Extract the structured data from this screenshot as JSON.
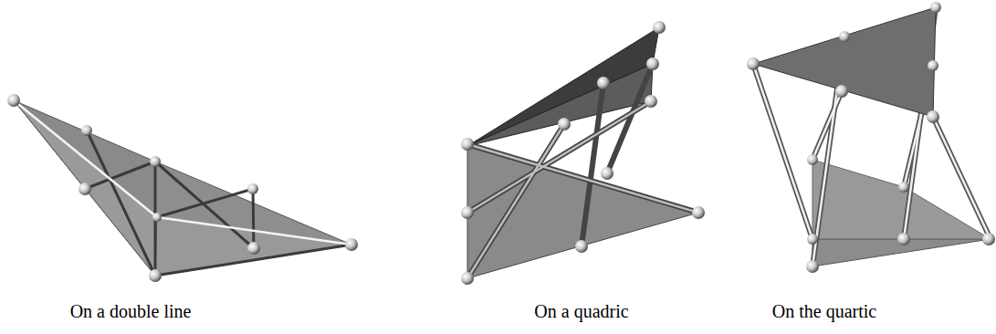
{
  "diagram": {
    "labels": [
      "On a double line",
      "On a quadric",
      "On the quartic"
    ]
  }
}
